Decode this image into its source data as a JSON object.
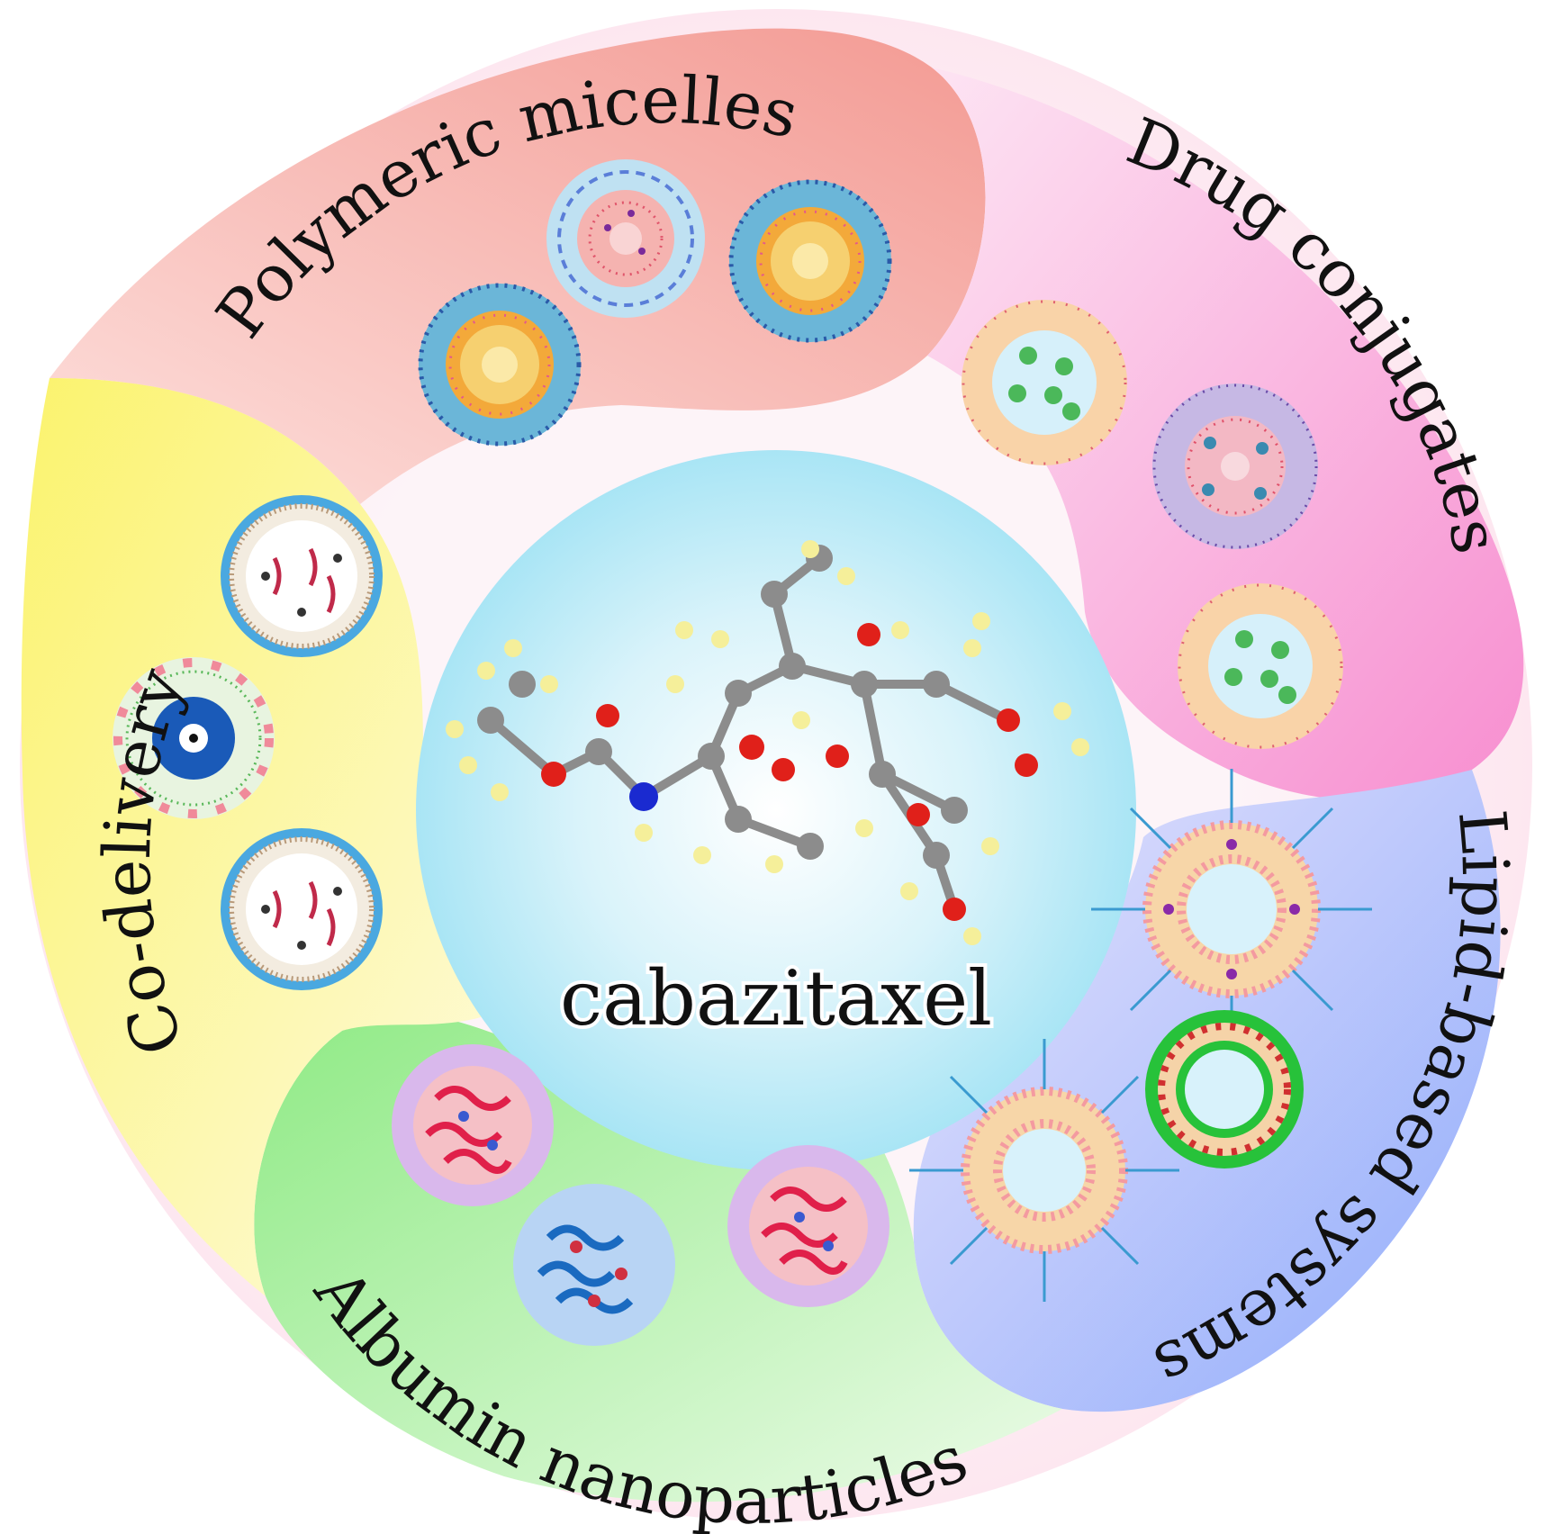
{
  "center": {
    "label": "cabazitaxel"
  },
  "segments": {
    "polymeric": {
      "label": "Polymeric micelles"
    },
    "drug": {
      "label": "Drug conjugates"
    },
    "lipid": {
      "label": "Lipid-based systems"
    },
    "albumin": {
      "label": "Albumin nanoparticles"
    },
    "codelivery": {
      "label": "Co-delivery"
    }
  },
  "colors": {
    "polymeric": "#f6a3a0",
    "drug": "#f8a2d4",
    "lipid": "#9eb5fb",
    "albumin": "#a7ee9a",
    "codelivery": "#fbf27a",
    "center": "#b5e9f6"
  }
}
